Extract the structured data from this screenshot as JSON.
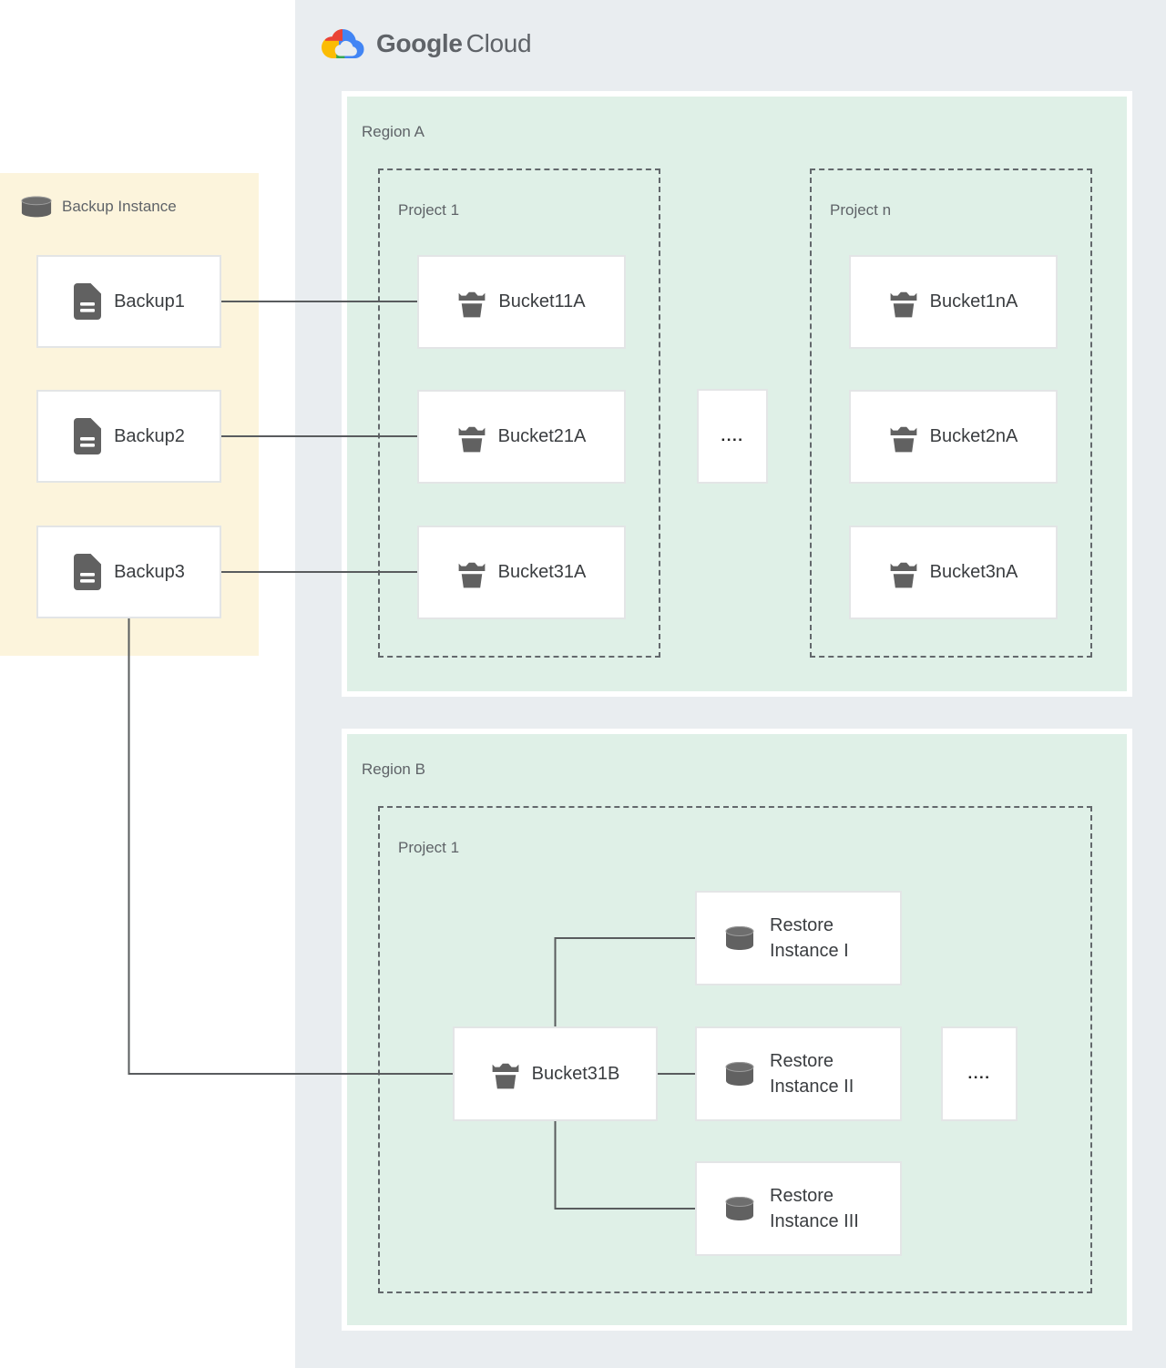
{
  "logo": {
    "brand": "Google",
    "product": "Cloud"
  },
  "backup_panel": {
    "title": "Backup Instance",
    "items": [
      {
        "label": "Backup1"
      },
      {
        "label": "Backup2"
      },
      {
        "label": "Backup3"
      }
    ]
  },
  "region_a": {
    "label": "Region A",
    "project_1": {
      "label": "Project 1",
      "buckets": [
        "Bucket11A",
        "Bucket21A",
        "Bucket31A"
      ]
    },
    "projects_ellipsis": "....",
    "project_n": {
      "label": "Project n",
      "buckets": [
        "Bucket1nA",
        "Bucket2nA",
        "Bucket3nA"
      ]
    }
  },
  "region_b": {
    "label": "Region B",
    "project_1": {
      "label": "Project 1",
      "bucket": "Bucket31B",
      "restore_instances": [
        "Restore Instance I",
        "Restore Instance II",
        "Restore Instance III"
      ],
      "instances_ellipsis": "...."
    }
  },
  "colors": {
    "panel_gray": "#e9edf0",
    "region_mint": "#dff0e7",
    "backup_yellow": "#fcf4dc",
    "icon_gray": "#616161",
    "connector": "#595c5e",
    "label_gray": "#5f6368",
    "node_text": "#3a3d40",
    "logo_blue": "#4285F4",
    "logo_red": "#EA4335",
    "logo_yellow": "#FBBC04",
    "logo_green": "#34A853"
  }
}
